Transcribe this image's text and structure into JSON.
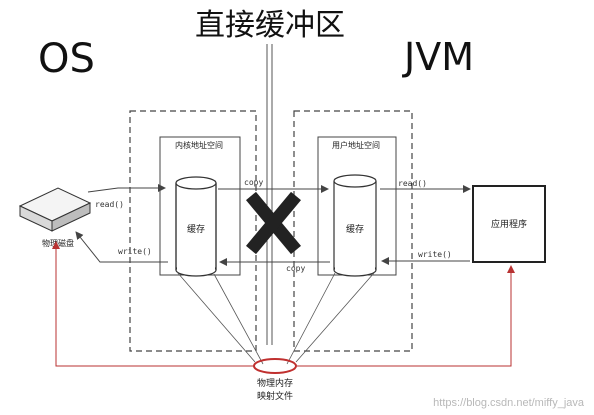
{
  "title": "直接缓冲区",
  "os_label": "OS",
  "jvm_label": "JVM",
  "kernel_space": {
    "label": "内核地址空间",
    "cache_label": "缓存"
  },
  "user_space": {
    "label": "用户地址空间",
    "cache_label": "缓存"
  },
  "disk_label": "物理磁盘",
  "app_label": "应用程序",
  "mapped_file_label_line1": "物理内存",
  "mapped_file_label_line2": "映射文件",
  "arrows": {
    "disk_read": "read()",
    "disk_write": "write()",
    "copy_top": "copy",
    "copy_bottom": "copy",
    "app_read": "read()",
    "app_write": "write()"
  },
  "watermark": "https://blog.csdn.net/miffy_java",
  "colors": {
    "mapped_line": "#b83232",
    "cross": "#222222"
  }
}
